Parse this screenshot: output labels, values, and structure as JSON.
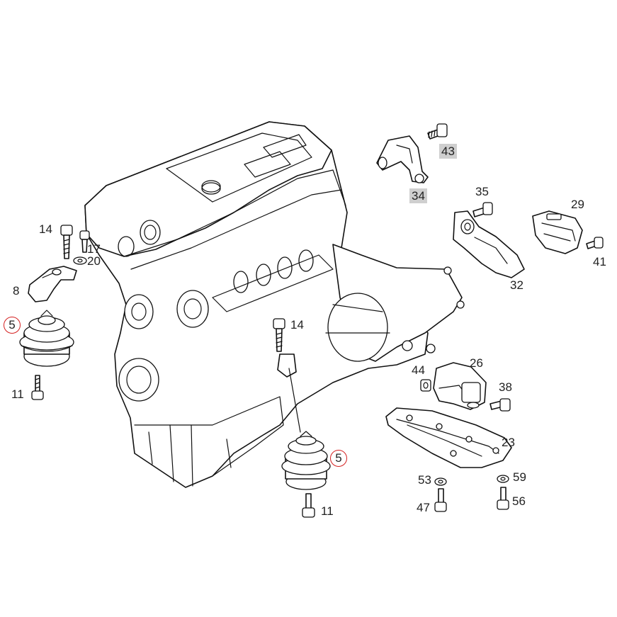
{
  "theme": {
    "highlight_ring": "#d42020",
    "highlight_box": "#cfcfcf",
    "ink": "#111111"
  },
  "labels": {
    "p43": "43",
    "p34": "34",
    "p35": "35",
    "p29": "29",
    "p41": "41",
    "p32": "32",
    "p14a": "14",
    "p17": "17",
    "p20": "20",
    "p8": "8",
    "p5a": "5",
    "p11a": "11",
    "p14b": "14",
    "p26": "26",
    "p44": "44",
    "p38": "38",
    "p23": "23",
    "p5b": "5",
    "p11b": "11",
    "p53": "53",
    "p59": "59",
    "p47": "47",
    "p56": "56"
  }
}
